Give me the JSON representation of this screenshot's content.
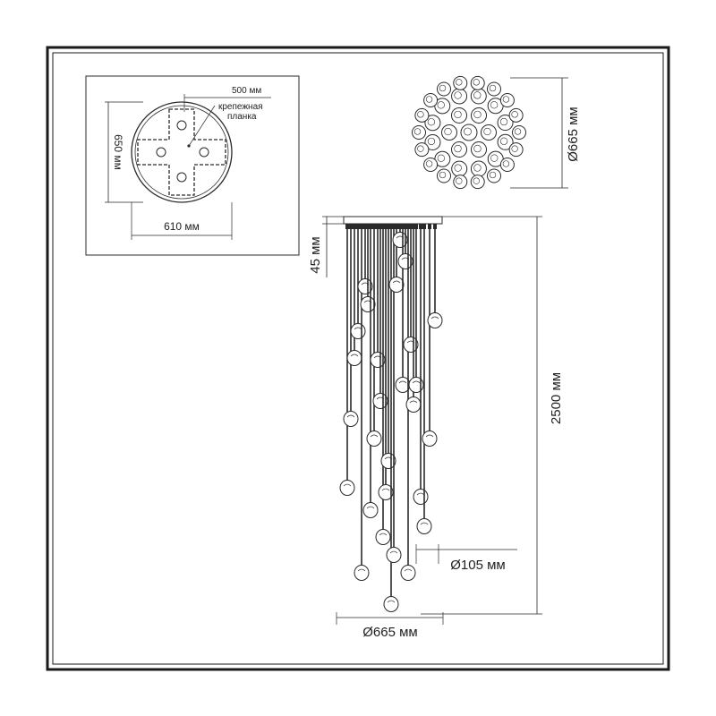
{
  "drawing": {
    "plan_view": {
      "width_label": "610 мм",
      "height_label": "650 мм",
      "offset_label": "500 мм",
      "bracket_label_line1": "крепежная",
      "bracket_label_line2": "планка"
    },
    "top_view": {
      "diameter_label": "Ø665 мм"
    },
    "side_view": {
      "canopy_height_label": "45 мм",
      "total_height_label": "2500 мм",
      "shade_diameter_label": "Ø105 мм",
      "overall_diameter_label": "Ø665 мм"
    }
  },
  "colors": {
    "line": "#2a2a2a",
    "frame": "#1a1a1a",
    "background": "#ffffff"
  }
}
